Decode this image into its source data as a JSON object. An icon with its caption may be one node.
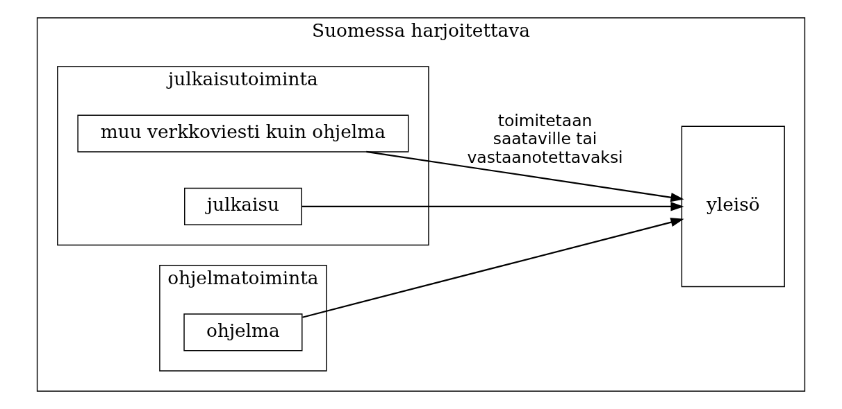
{
  "diagram": {
    "nodes": [
      {
        "text": [
          "Suomessa harjoitettava"
        ]
      },
      {
        "text": [
          "julkaisutoiminta"
        ],
        "in": 0
      },
      {
        "text": [
          "julkaisu"
        ],
        "in": 1
      },
      {
        "text": [
          "muu verkkoviesti kuin ohjelma"
        ],
        "in": 1
      },
      {
        "text": [
          "ohjelmatoiminta"
        ],
        "in": 0
      },
      {
        "text": [
          "ohjelma"
        ],
        "in": 4
      },
      {
        "text": [
          "yleisö"
        ],
        "in": 0
      }
    ],
    "edges": [
      {
        "from": 2,
        "to": 6,
        "arrow": "to"
      },
      {
        "from": 3,
        "to": 6,
        "arrow": "to",
        "label": "toimitetaan saataville tai vastaanotettavaksi"
      },
      {
        "from": 5,
        "to": 6,
        "arrow": "to"
      }
    ]
  }
}
